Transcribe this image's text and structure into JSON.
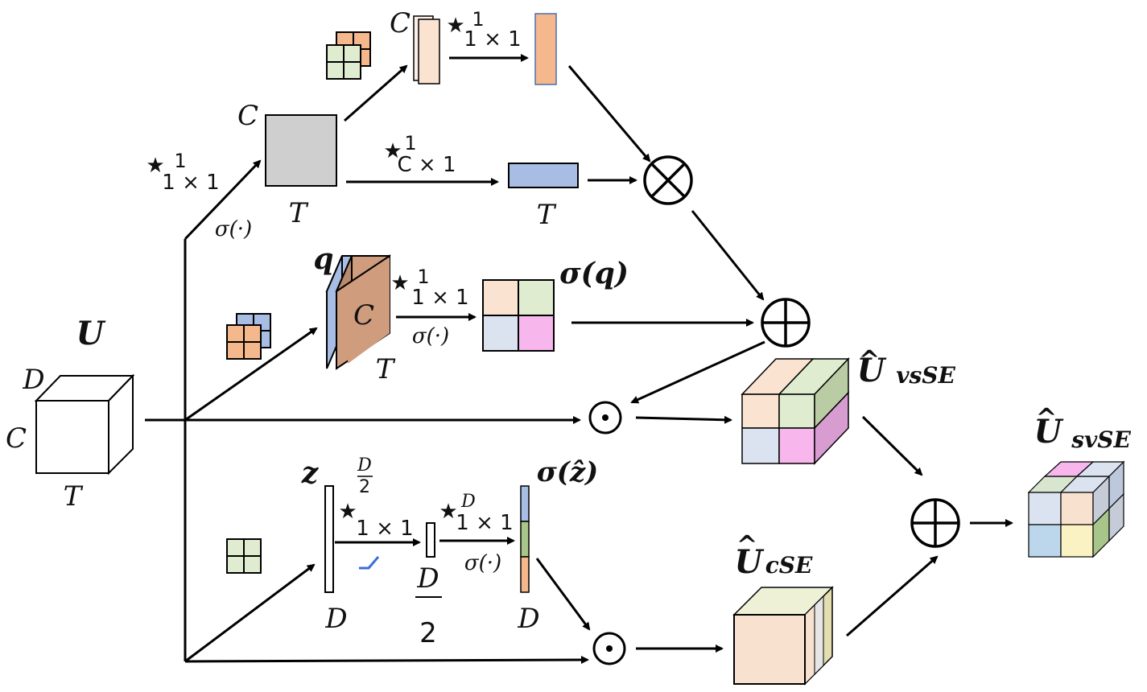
{
  "labels": {
    "U": "U",
    "U_D": "D",
    "U_C": "C",
    "U_T": "T",
    "conv1_star": "★",
    "conv1_sup": "1",
    "conv1_sub": "1 × 1",
    "sigma_dot_1": "σ(·)",
    "gray_C": "C",
    "gray_T": "T",
    "top_C": "C",
    "top_conv_star": "★",
    "top_conv_sup": "1",
    "top_conv_sub": "1 × 1",
    "mid_conv_star": "★",
    "mid_conv_sup": "1",
    "mid_conv_sub": "C × 1",
    "blue_T": "T",
    "q": "q",
    "q_C": "C",
    "q_T": "T",
    "q_conv_star": "★",
    "q_conv_sup": "1",
    "q_conv_sub": "1 × 1",
    "sigma_dot_2": "σ(·)",
    "sigma_q": "σ(q)",
    "U_vsSE_hat": "^",
    "U_vsSE_U": "U",
    "U_vsSE_sub": "vsSE",
    "z": "z",
    "z_conv_star": "★",
    "z_frac_top": "D",
    "z_frac_bot": "2",
    "z_conv_sub": "1 × 1",
    "z_D": "D",
    "half_top": "D",
    "half_bot": "2",
    "zz_conv_star": "★",
    "zz_conv_sup": "D",
    "zz_conv_sub": "1 × 1",
    "sigma_dot_3": "σ(·)",
    "sigma_z": "σ(ẑ)",
    "sz_D": "D",
    "U_cSE_hat": "^",
    "U_cSE_U": "U",
    "U_cSE_sub": "cSE",
    "U_svSE_hat": "^",
    "U_svSE_U": "U",
    "U_svSE_sub": "svSE",
    "otimes": "⊗",
    "oplus_1": "⊕",
    "odot_1": "⊙",
    "odot_2": "⊙",
    "oplus_2": "⊕"
  },
  "colors": {
    "orange": "#f5b78c",
    "orange_light": "#fbe3d2",
    "green_light": "#dfeccf",
    "green_mid": "#a8c58a",
    "blue_light": "#dbe2f0",
    "blue_mid": "#a8bde3",
    "pink": "#f7b6ec",
    "gray": "#cfcfcf",
    "brown": "#cf9c7d",
    "peach": "#f8e2cf",
    "yellow": "#fbf2c3",
    "sky": "#bcd6ec",
    "relu": "#3a6fd6"
  }
}
